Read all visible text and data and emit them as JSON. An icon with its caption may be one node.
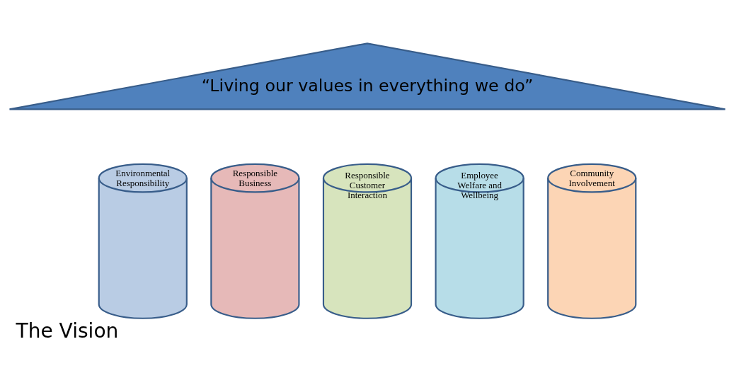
{
  "diagram": {
    "caption": "The Vision",
    "nodes": [
      {
        "text": [
          "“Living our values in everything we do”"
        ]
      },
      {
        "text": [
          "Environmental Responsibility"
        ]
      },
      {
        "text": [
          "Responsible Business"
        ]
      },
      {
        "text": [
          "Responsible Customer Interaction"
        ]
      },
      {
        "text": [
          "Employee Welfare and Wellbeing"
        ]
      },
      {
        "text": [
          "Community Involvement"
        ]
      }
    ],
    "edges": []
  }
}
